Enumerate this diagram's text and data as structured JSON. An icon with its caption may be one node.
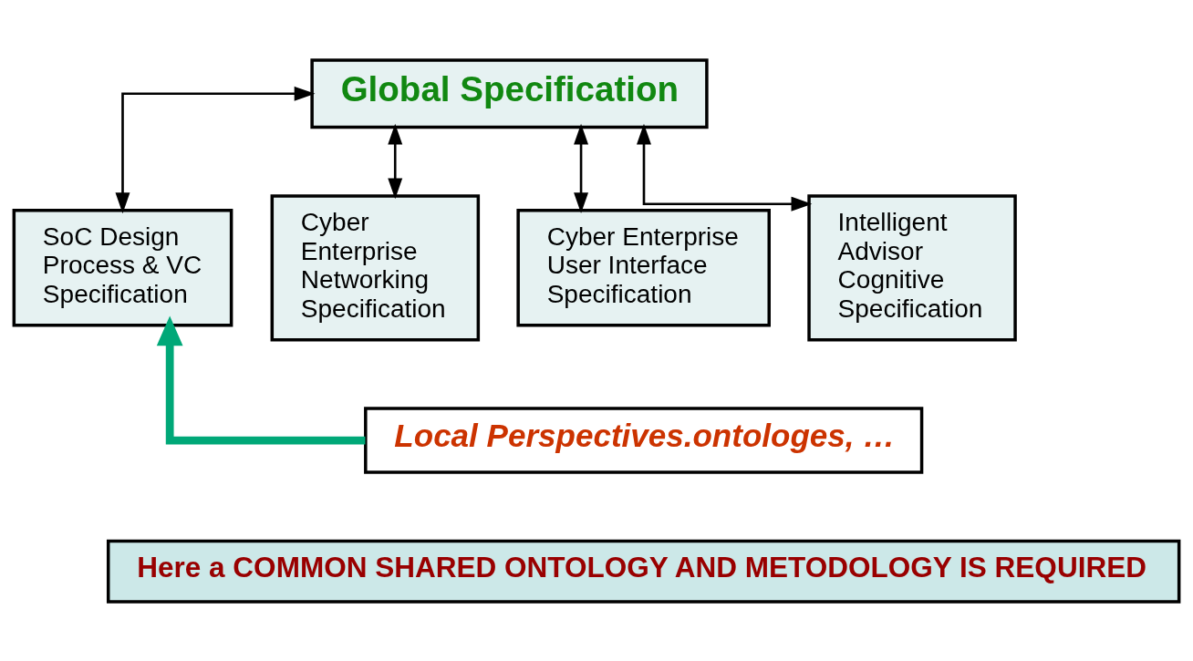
{
  "diagram": {
    "nodes": [
      {
        "text": [
          "Global Specification"
        ]
      },
      {
        "text": [
          "SoC Design Process & VC Specification"
        ]
      },
      {
        "text": [
          "Cyber Enterprise Networking Specification"
        ]
      },
      {
        "text": [
          "Cyber Enterprise User Interface Specification"
        ]
      },
      {
        "text": [
          "Intelligent Advisor Cognitive Specification"
        ]
      },
      {
        "text": [
          "Local Perspectives.ontologes, …"
        ]
      },
      {
        "text": [
          "Here a COMMON SHARED ONTOLOGY AND METODOLOGY IS REQUIRED"
        ]
      }
    ],
    "edges": [
      {
        "from": 0,
        "to": 1,
        "arrow": "both"
      },
      {
        "from": 0,
        "to": 2,
        "arrow": "both"
      },
      {
        "from": 0,
        "to": 3,
        "arrow": "both"
      },
      {
        "from": 0,
        "to": 4,
        "arrow": "both"
      },
      {
        "from": 5,
        "to": 1,
        "arrow": "to",
        "style": "thick",
        "color": "#00a878"
      }
    ]
  }
}
